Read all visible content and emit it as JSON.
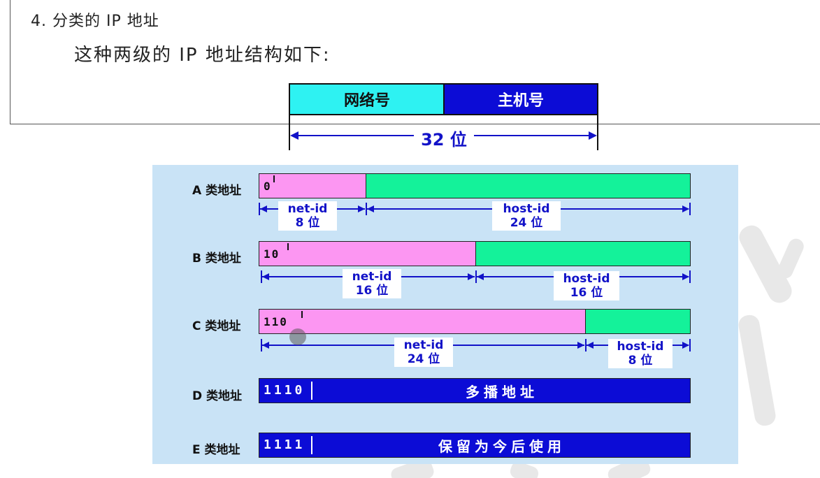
{
  "heading": "4. 分类的 IP 地址",
  "subheading": "这种两级的 IP  地址结构如下:",
  "top_diagram": {
    "net_label": "网络号",
    "host_label": "主机号",
    "length_label": "32 位"
  },
  "classes": [
    {
      "label": "A 类地址",
      "prefix": "0",
      "net": "net-id",
      "net_bits": "8 位",
      "host": "host-id",
      "host_bits": "24 位"
    },
    {
      "label": "B 类地址",
      "prefix": "10",
      "net": "net-id",
      "net_bits": "16 位",
      "host": "host-id",
      "host_bits": "16 位"
    },
    {
      "label": "C 类地址",
      "prefix": "110",
      "net": "net-id",
      "net_bits": "24 位",
      "host": "host-id",
      "host_bits": "8 位"
    },
    {
      "label": "D 类地址",
      "prefix": "1110",
      "text": "多播地址"
    },
    {
      "label": "E 类地址",
      "prefix": "1111",
      "text": "保留为今后使用"
    }
  ],
  "colors": {
    "net_top": "#2ef2f2",
    "host_top": "#0c0cd6",
    "net_id": "#fc96f2",
    "host_id": "#14f29a",
    "multicast": "#0c0cd6",
    "panel_bg": "#c9e3f6",
    "dimension": "#1212c8"
  }
}
